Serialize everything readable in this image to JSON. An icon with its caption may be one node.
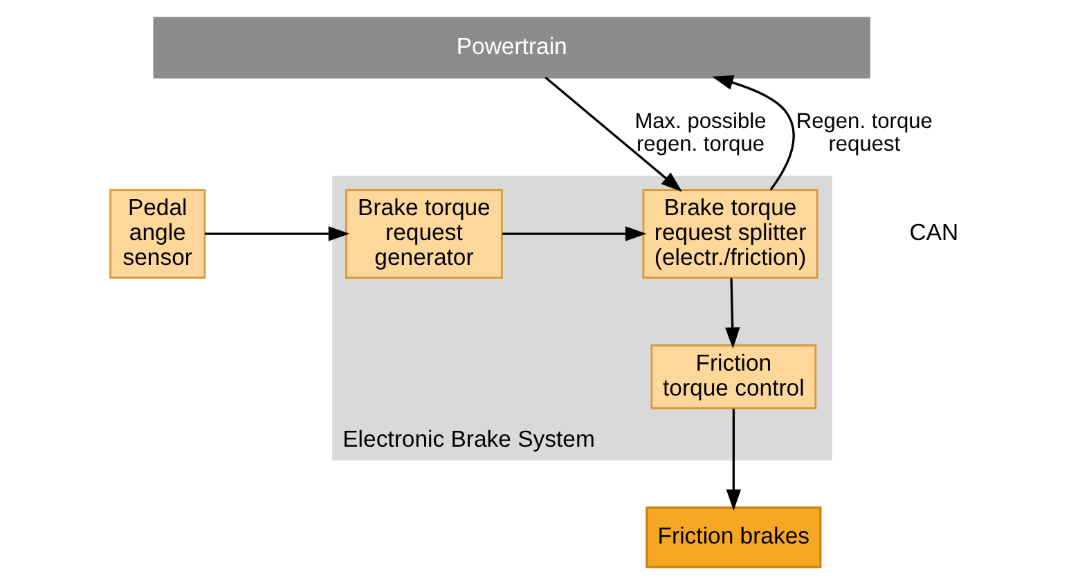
{
  "diagram": {
    "nodes": [
      {
        "text": [
          "Powertrain"
        ]
      },
      {
        "text": [
          "Electronic Brake System"
        ]
      },
      {
        "text": [
          "Pedal angle sensor"
        ]
      },
      {
        "text": [
          "Brake torque request generator"
        ],
        "in": 1
      },
      {
        "text": [
          "Brake torque request splitter (electr./friction)"
        ],
        "in": 1
      },
      {
        "text": [
          "Friction torque control"
        ],
        "in": 1
      },
      {
        "text": [
          "Friction brakes"
        ]
      }
    ],
    "edges": [
      {
        "from": 2,
        "to": 3,
        "arrow": "to"
      },
      {
        "from": 3,
        "to": 4,
        "arrow": "to"
      },
      {
        "from": 0,
        "to": 4,
        "arrow": "to",
        "label": "Max. possible regen. torque"
      },
      {
        "from": 4,
        "to": 0,
        "arrow": "to",
        "label": "Regen. torque request"
      },
      {
        "from": 4,
        "to": 5,
        "arrow": "to"
      },
      {
        "from": 5,
        "to": 6,
        "arrow": "to"
      }
    ],
    "labels": [
      "CAN"
    ]
  }
}
